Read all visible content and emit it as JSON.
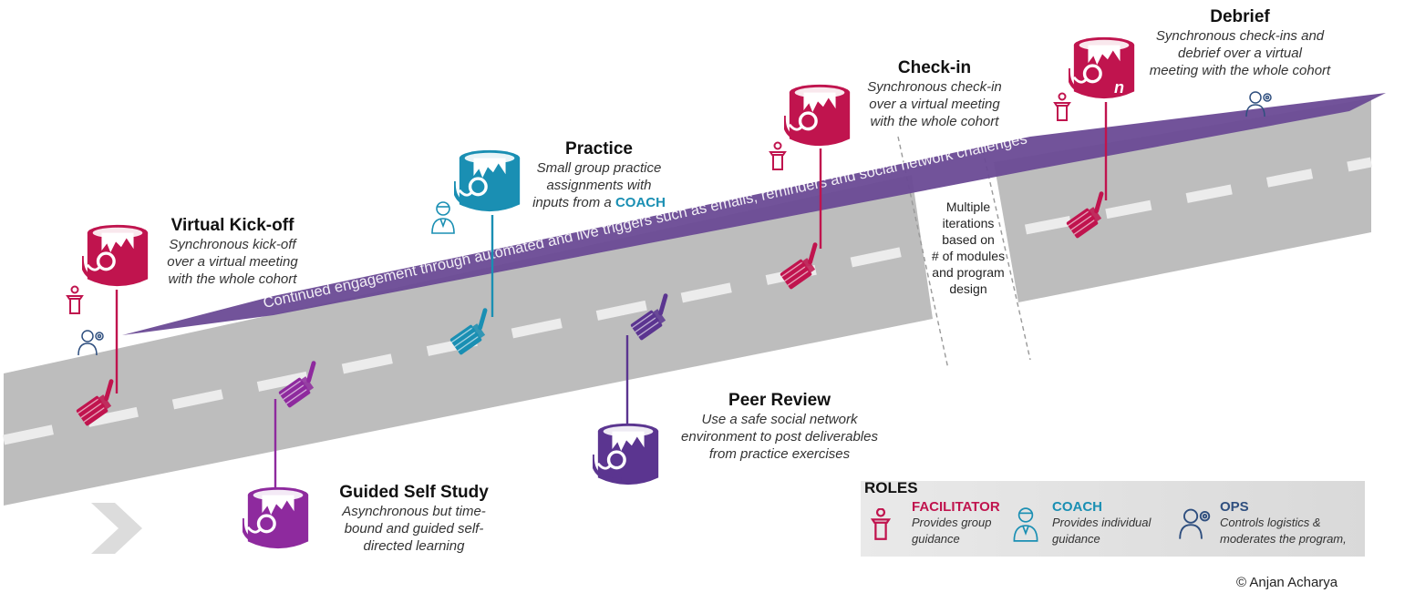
{
  "colors": {
    "facilitator": "#c0144e",
    "coach": "#1a8fb3",
    "self_study": "#8e2a9e",
    "peer": "#5b3590",
    "ops": "#2f4f7f",
    "road": "#bdbdbd",
    "band": "#6a4a95"
  },
  "engagement_band": "Continued engagement through automated and live triggers such as emails, reminders and social network challenges",
  "stages": {
    "kickoff": {
      "title": "Virtual Kick-off",
      "desc": [
        "Synchronous kick-off",
        "over a virtual meeting",
        "with the whole cohort"
      ]
    },
    "selfstudy": {
      "title": "Guided Self Study",
      "desc": [
        "Asynchronous but time-",
        "bound and guided self-",
        "directed learning"
      ]
    },
    "practice": {
      "title": "Practice",
      "desc": [
        "Small group practice",
        "assignments with"
      ],
      "desc_last_prefix": "inputs from a ",
      "desc_last_highlight": "COACH"
    },
    "peer": {
      "title": "Peer Review",
      "desc": [
        "Use a safe social network",
        "environment to post deliverables",
        "from practice exercises"
      ]
    },
    "checkin": {
      "title": "Check-in",
      "desc": [
        "Synchronous check-in",
        "over a virtual meeting",
        "with the whole cohort"
      ]
    },
    "debrief": {
      "title": "Debrief",
      "desc": [
        "Synchronous check-ins and",
        "debrief over a virtual",
        "meeting with the whole cohort"
      ],
      "bucket_label": "n"
    }
  },
  "iterations": [
    "Multiple",
    "iterations",
    "based on",
    "# of modules",
    "and program",
    "design"
  ],
  "roles": {
    "title": "ROLES",
    "facilitator": {
      "name": "FACILITATOR",
      "desc": [
        "Provides group",
        "guidance"
      ],
      "icon": "podium-icon"
    },
    "coach": {
      "name": "COACH",
      "desc": [
        "Provides individual",
        "guidance"
      ],
      "icon": "coach-person-icon"
    },
    "ops": {
      "name": "OPS",
      "desc": [
        "Controls logistics &",
        "moderates the program,"
      ],
      "icon": "ops-person-gear-icon"
    }
  },
  "copyright": "© Anjan Acharya"
}
